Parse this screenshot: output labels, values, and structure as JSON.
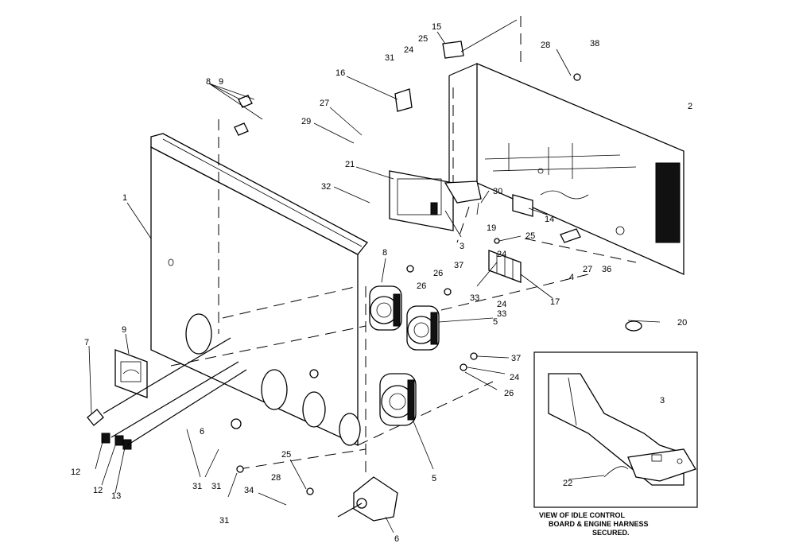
{
  "diagram": {
    "callouts": [
      "1",
      "2",
      "3",
      "3",
      "4",
      "5",
      "5",
      "6",
      "6",
      "7",
      "8",
      "8",
      "9",
      "9",
      "12",
      "12",
      "13",
      "14",
      "15",
      "16",
      "17",
      "19",
      "20",
      "21",
      "22",
      "24",
      "24",
      "24",
      "24",
      "25",
      "25",
      "25",
      "26",
      "26",
      "26",
      "27",
      "27",
      "28",
      "28",
      "29",
      "30",
      "31",
      "31",
      "31",
      "31",
      "32",
      "33",
      "33",
      "34",
      "36",
      "37",
      "37",
      "38"
    ],
    "inset_caption": [
      "VIEW OF IDLE CONTROL",
      "BOARD & ENGINE HARNESS",
      "SECURED."
    ]
  }
}
